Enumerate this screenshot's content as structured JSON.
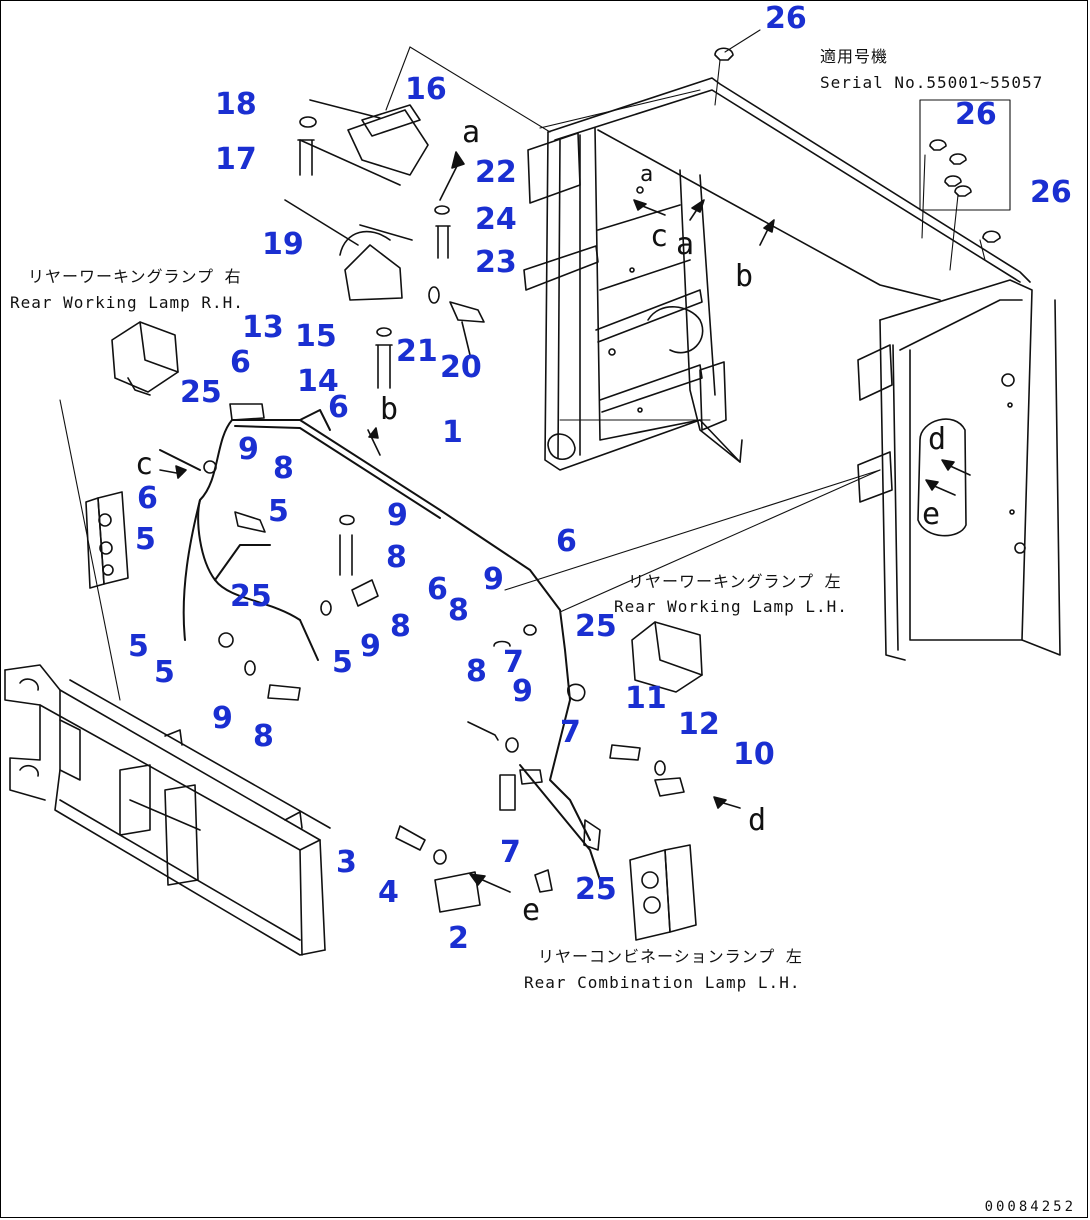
{
  "diagram": {
    "applicability": {
      "heading": "適用号機",
      "serial": "Serial No.55001~55057"
    },
    "captions": [
      {
        "id": "rwl-rh-ja",
        "text": "リヤーワーキングランプ 右"
      },
      {
        "id": "rwl-rh-en",
        "text": "Rear Working Lamp R.H."
      },
      {
        "id": "rwl-lh-ja",
        "text": "リヤーワーキングランプ 左"
      },
      {
        "id": "rwl-lh-en",
        "text": "Rear Working Lamp L.H."
      },
      {
        "id": "rcl-lh-ja",
        "text": "リヤーコンビネーションランプ 左"
      },
      {
        "id": "rcl-lh-en",
        "text": "Rear Combination Lamp L.H."
      }
    ],
    "letters": [
      "a",
      "b",
      "c",
      "d",
      "e"
    ],
    "callouts": [
      "1",
      "2",
      "3",
      "4",
      "5",
      "6",
      "7",
      "8",
      "9",
      "10",
      "11",
      "12",
      "13",
      "14",
      "15",
      "16",
      "17",
      "18",
      "19",
      "20",
      "21",
      "22",
      "23",
      "24",
      "25",
      "26"
    ],
    "drawing_code": "00084252"
  }
}
